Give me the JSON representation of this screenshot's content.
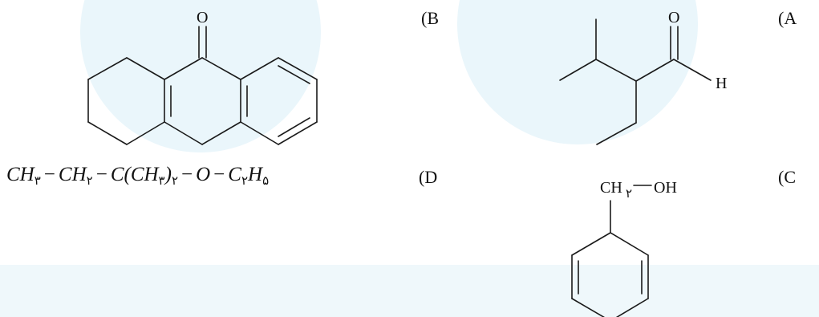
{
  "labels": {
    "a": "(A",
    "b": "(B",
    "c": "(C",
    "d": "(D"
  },
  "atoms": {
    "a_oxygen": "O",
    "a_hydrogen": "H",
    "b_oxygen": "O",
    "c_group": "CH",
    "c_sub": "۲",
    "c_oh": "OH"
  },
  "formula_d": {
    "t1": "CH",
    "s1": "۳",
    "minus1": "−",
    "t2": "CH",
    "s2": "۲",
    "minus2": "−",
    "t3": "C(CH",
    "s3": "۳",
    "t3b": ")",
    "s3b": "۲",
    "minus3": "−",
    "t4": "O",
    "minus4": "−",
    "t5": "C",
    "s5": "۲",
    "t5b": "H",
    "s5b": "۵"
  },
  "colors": {
    "text": "#111111",
    "watermark": "#eaf6fb"
  }
}
